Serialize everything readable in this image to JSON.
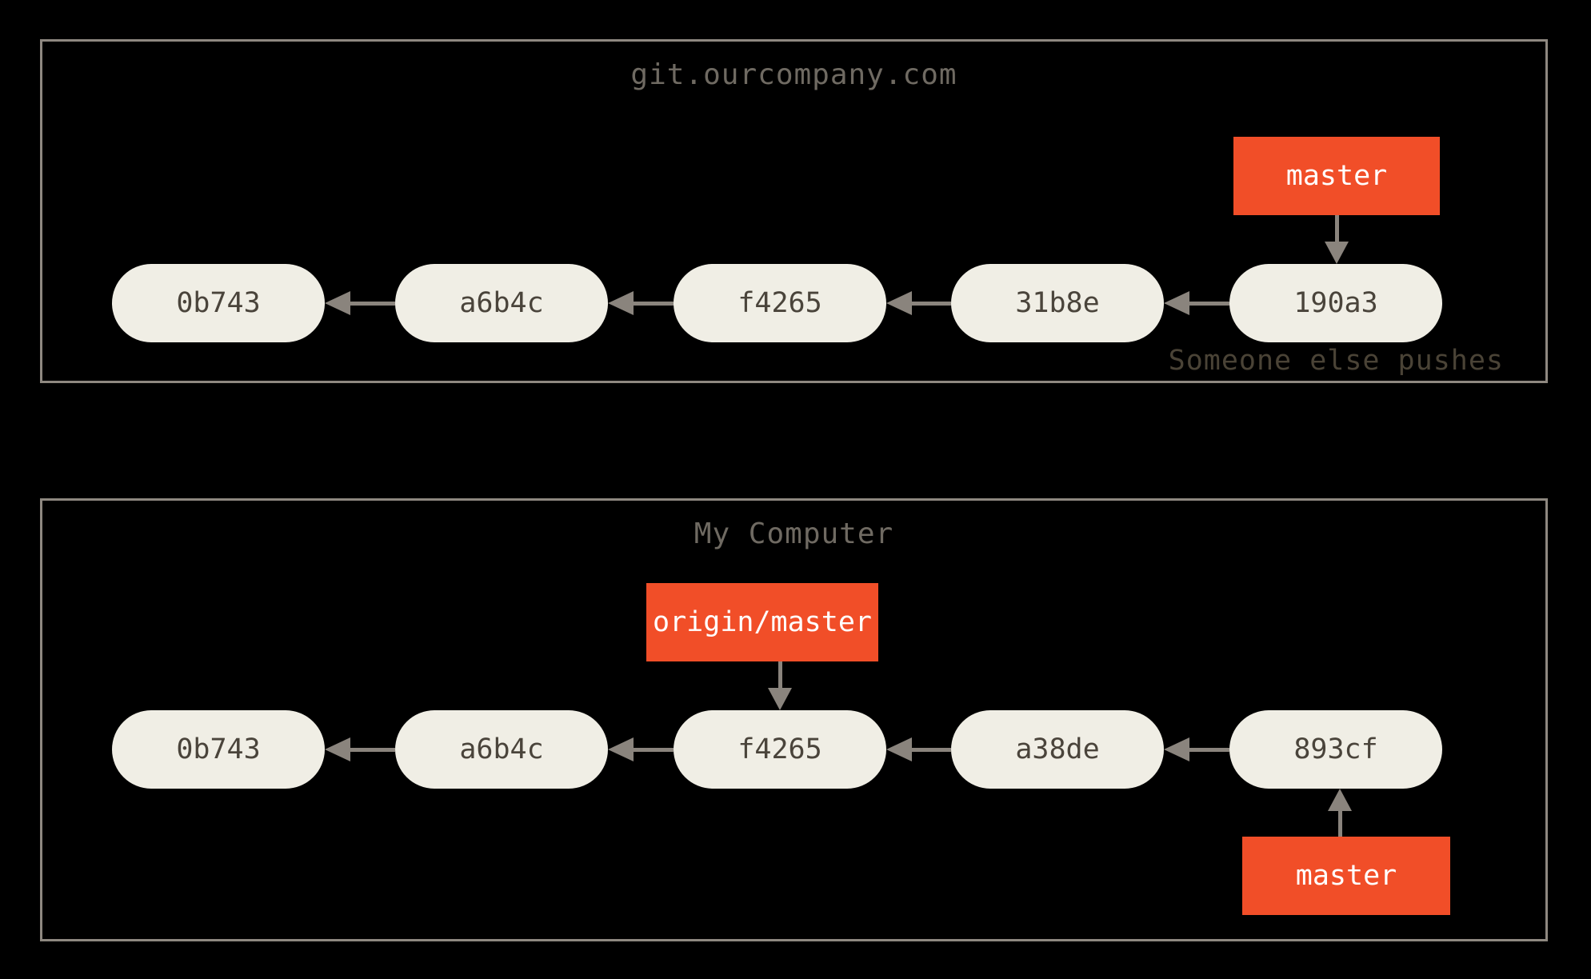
{
  "colors": {
    "background": "#000000",
    "box_border": "#8e8880",
    "commit_node_fill": "#f0eee5",
    "commit_node_text": "#4a443b",
    "branch_box_fill": "#f14e28",
    "branch_box_text": "#ffffff",
    "arrow": "#8a847d",
    "title_text": "#6f6a62",
    "note_text": "#4a4336"
  },
  "remote_repo": {
    "title": "git.ourcompany.com",
    "commits": [
      "0b743",
      "a6b4c",
      "f4265",
      "31b8e",
      "190a3"
    ],
    "branch_label": "master",
    "branch_points_to": "190a3",
    "note": "Someone else pushes"
  },
  "local_repo": {
    "title": "My Computer",
    "commits": [
      "0b743",
      "a6b4c",
      "f4265",
      "a38de",
      "893cf"
    ],
    "remote_tracking_label": "origin/master",
    "remote_tracking_points_to": "f4265",
    "branch_label": "master",
    "branch_points_to": "893cf"
  }
}
